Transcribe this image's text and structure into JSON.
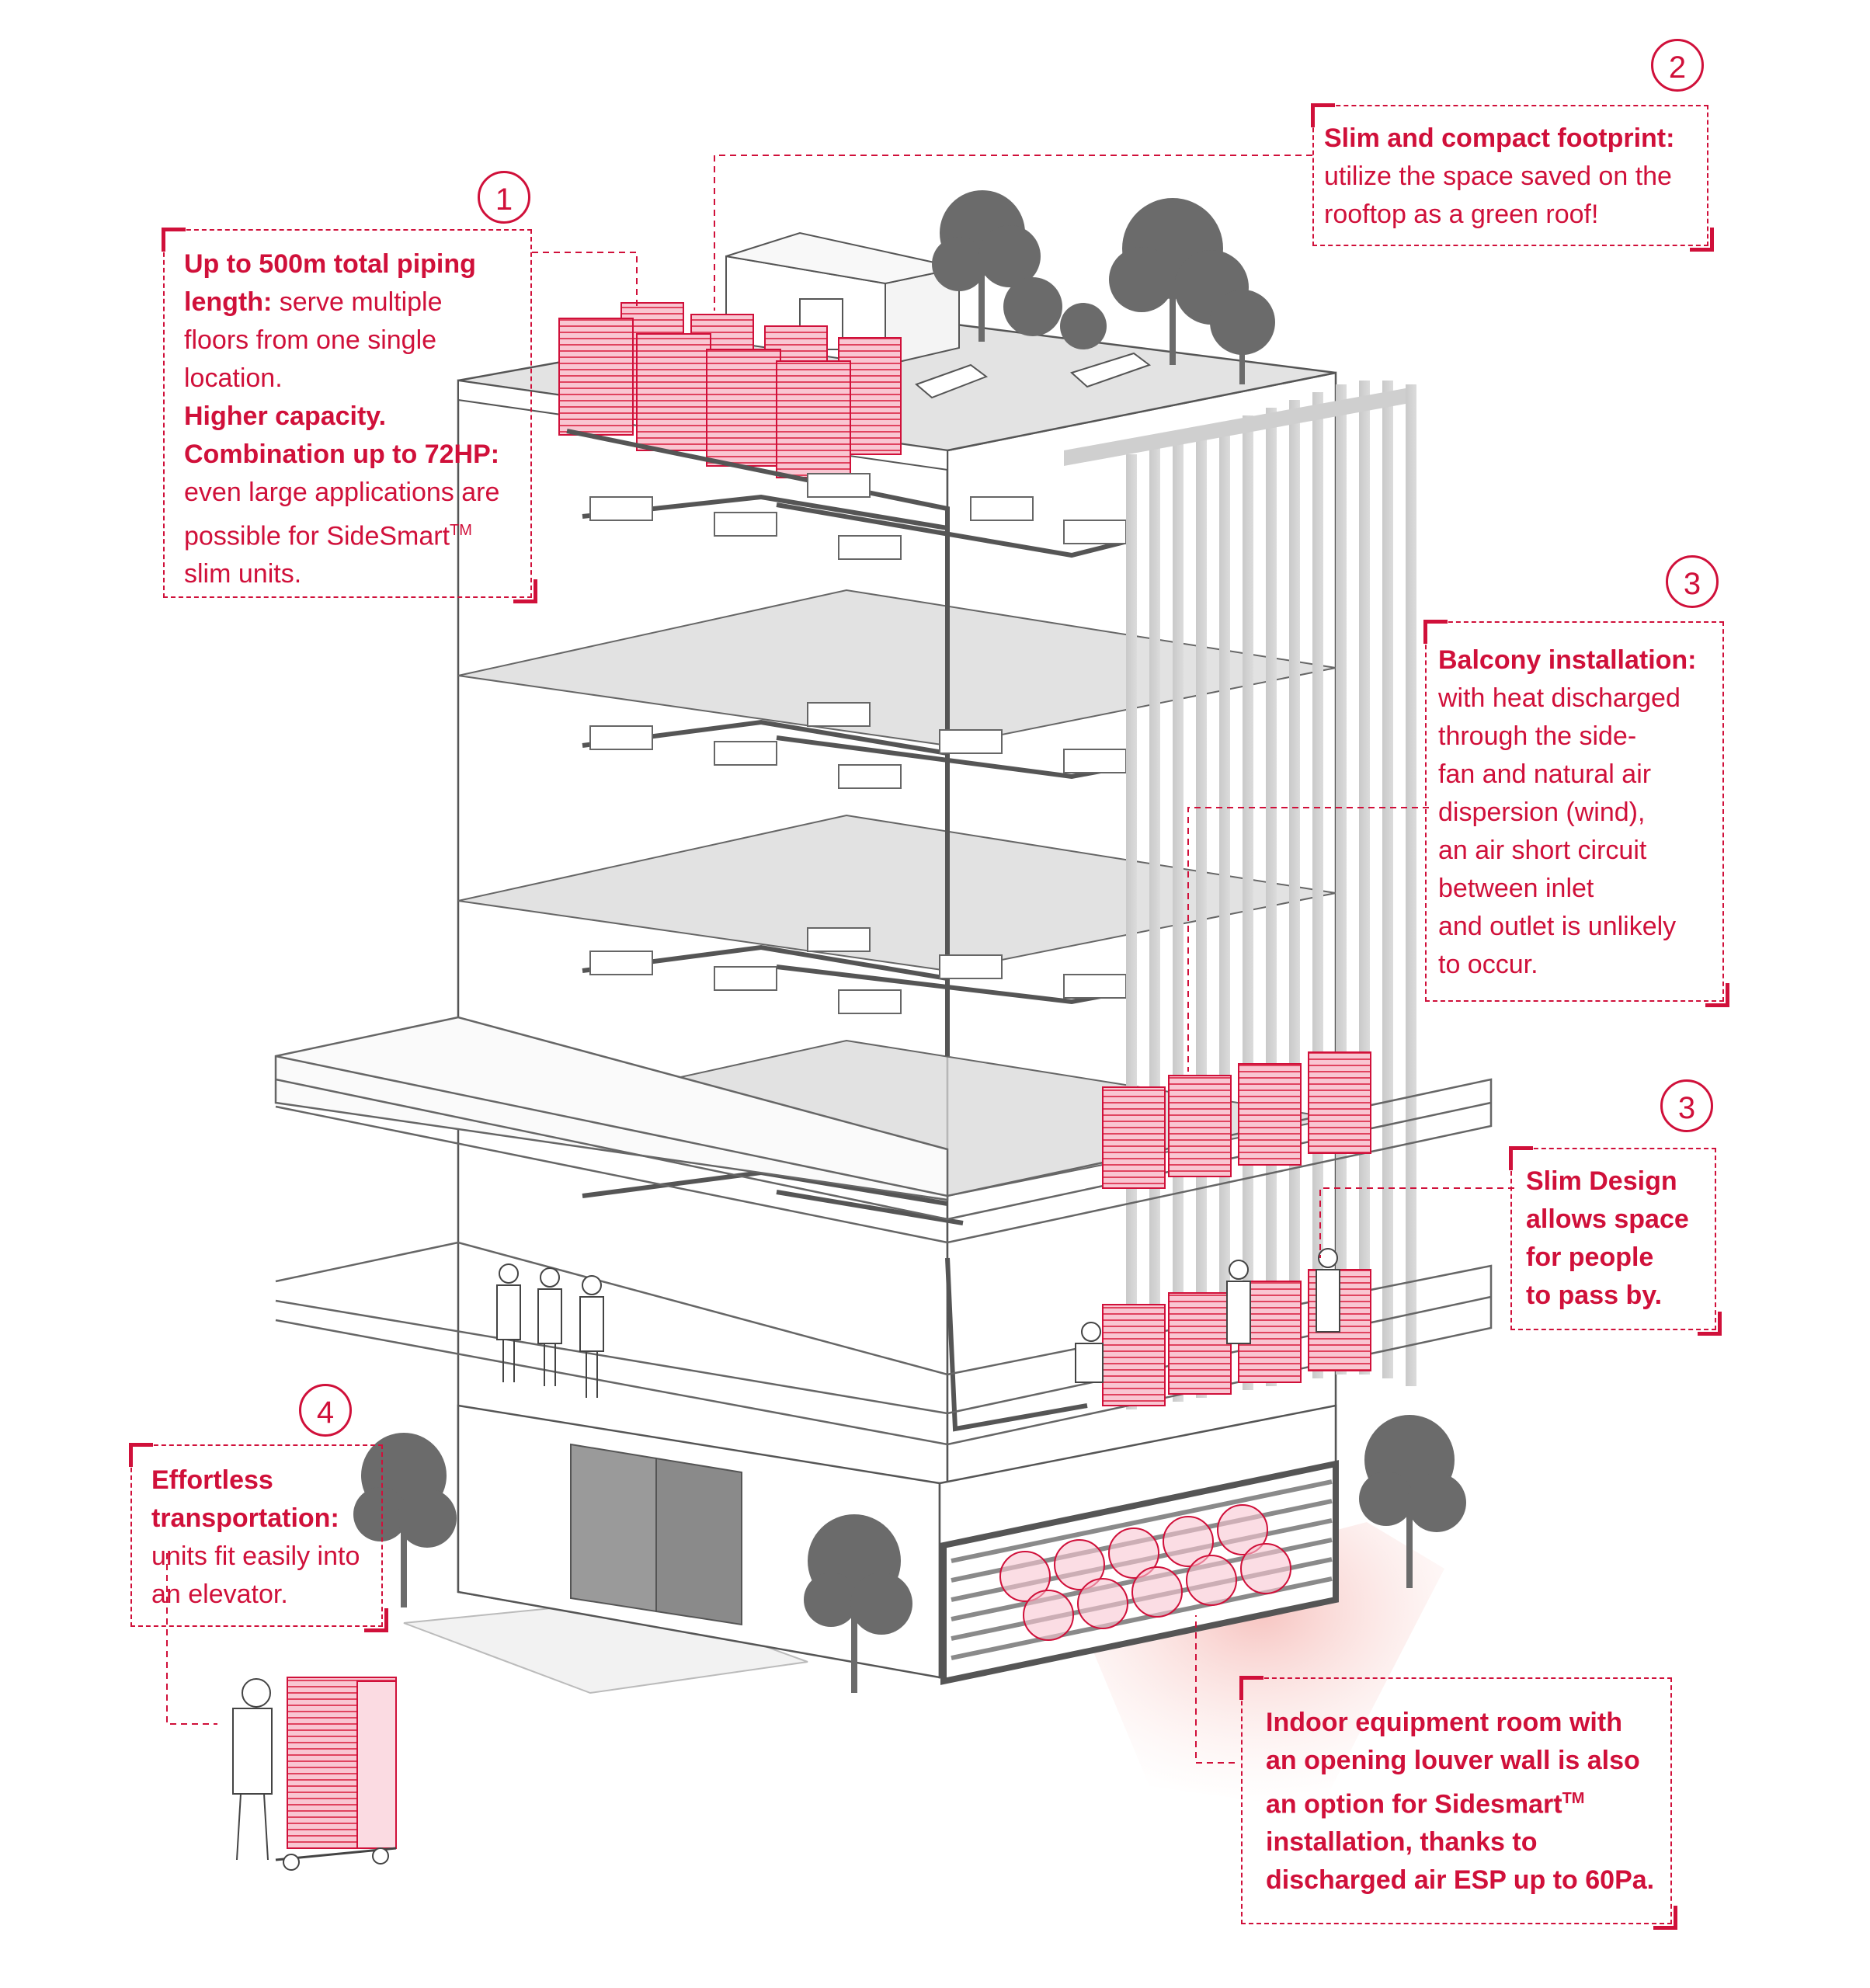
{
  "brand_color": "#d0103a",
  "callouts": {
    "c1": {
      "number": "1",
      "l1_bold": "Up to 500m total piping",
      "l2_bold": "length:",
      "l2_rest": " serve multiple",
      "l3": "floors from one single",
      "l4": "location.",
      "l5_bold": "Higher capacity.",
      "l6_bold": "Combination up to 72HP:",
      "l7": "even large applications are",
      "l8_pre": "possible for SideSmart",
      "l8_sup": "TM",
      "l9": "slim units."
    },
    "c2": {
      "number": "2",
      "l1_bold": "Slim and compact footprint:",
      "l2": "utilize the space saved on the",
      "l3": "rooftop as a green roof!"
    },
    "c3a": {
      "number": "3",
      "l1_bold": "Balcony installation:",
      "l2": "with heat discharged",
      "l3": "through the side-",
      "l4": "fan and natural air",
      "l5": "dispersion (wind),",
      "l6": "an air short circuit",
      "l7": "between inlet",
      "l8": "and outlet is unlikely",
      "l9": "to occur."
    },
    "c3b": {
      "number": "3",
      "l1_bold": "Slim Design",
      "l2_bold": "allows space",
      "l3_bold": "for people",
      "l4_bold": "to pass by."
    },
    "c4": {
      "number": "4",
      "l1_bold": "Effortless",
      "l2_bold": "transportation:",
      "l3": "units fit easily into",
      "l4": "an elevator."
    },
    "c5": {
      "l1_bold": "Indoor equipment room with",
      "l2_bold": "an opening louver wall is also",
      "l3_bold_pre": "an option for Sidesmart",
      "l3_sup": "TM",
      "l4_bold": "installation, thanks to",
      "l5_bold": "discharged air ESP up to 60Pa."
    }
  }
}
